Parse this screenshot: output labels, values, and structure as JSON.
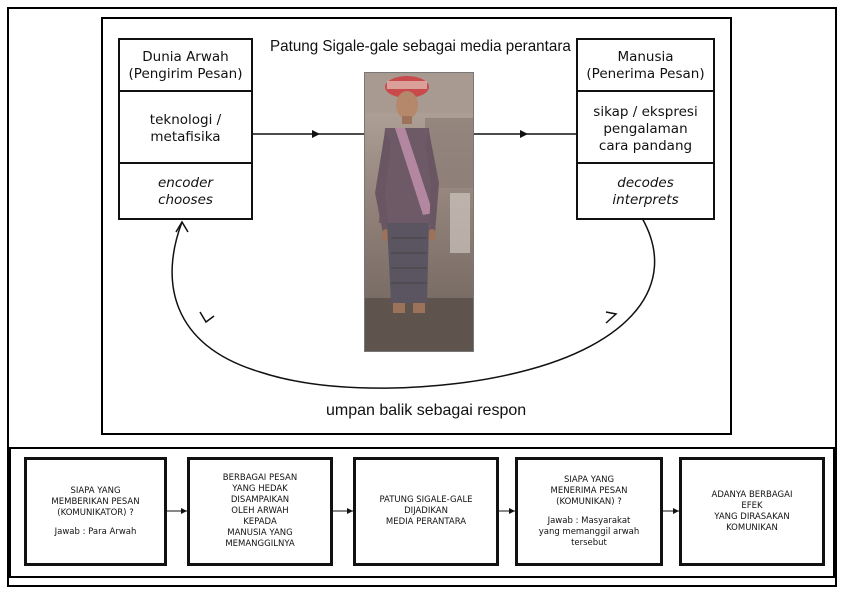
{
  "top_diagram": {
    "title": "Patung Sigale-gale sebagai media perantara",
    "feedback": "umpan balik sebagai respon",
    "sender": {
      "header_line1": "Dunia Arwah",
      "header_line2": "(Pengirim Pesan)",
      "middle_line1": "teknologi /",
      "middle_line2": "metafisika",
      "bottom_line1": "encoder",
      "bottom_line2": "chooses"
    },
    "receiver": {
      "header_line1": "Manusia",
      "header_line2": "(Penerima Pesan)",
      "middle_line1": "sikap / ekspresi",
      "middle_line2": "pengalaman",
      "middle_line3": "cara pandang",
      "bottom_line1": "decodes",
      "bottom_line2": "interprets"
    }
  },
  "flow_steps": [
    {
      "line1": "SIAPA YANG",
      "line2": "MEMBERIKAN PESAN",
      "line3": "(KOMUNIKATOR) ?",
      "line4": "Jawab : Para Arwah"
    },
    {
      "line1": "BERBAGAI PESAN",
      "line2": "YANG HEDAK",
      "line3": "DISAMPAIKAN",
      "line4": "OLEH ARWAH",
      "line5": "KEPADA",
      "line6": "MANUSIA YANG",
      "line7": "MEMANGGILNYA"
    },
    {
      "line1": "PATUNG SIGALE-GALE",
      "line2": "DIJADIKAN",
      "line3": "MEDIA PERANTARA"
    },
    {
      "line1": "SIAPA YANG",
      "line2": "MENERIMA PESAN",
      "line3": "(KOMUNIKAN) ?",
      "line4": "Jawab : Masyarakat",
      "line5": "yang memanggil arwah",
      "line6": "tersebut"
    },
    {
      "line1": "ADANYA BERBAGAI",
      "line2": "EFEK",
      "line3": "YANG DIRASAKAN",
      "line4": "KOMUNIKAN"
    }
  ]
}
